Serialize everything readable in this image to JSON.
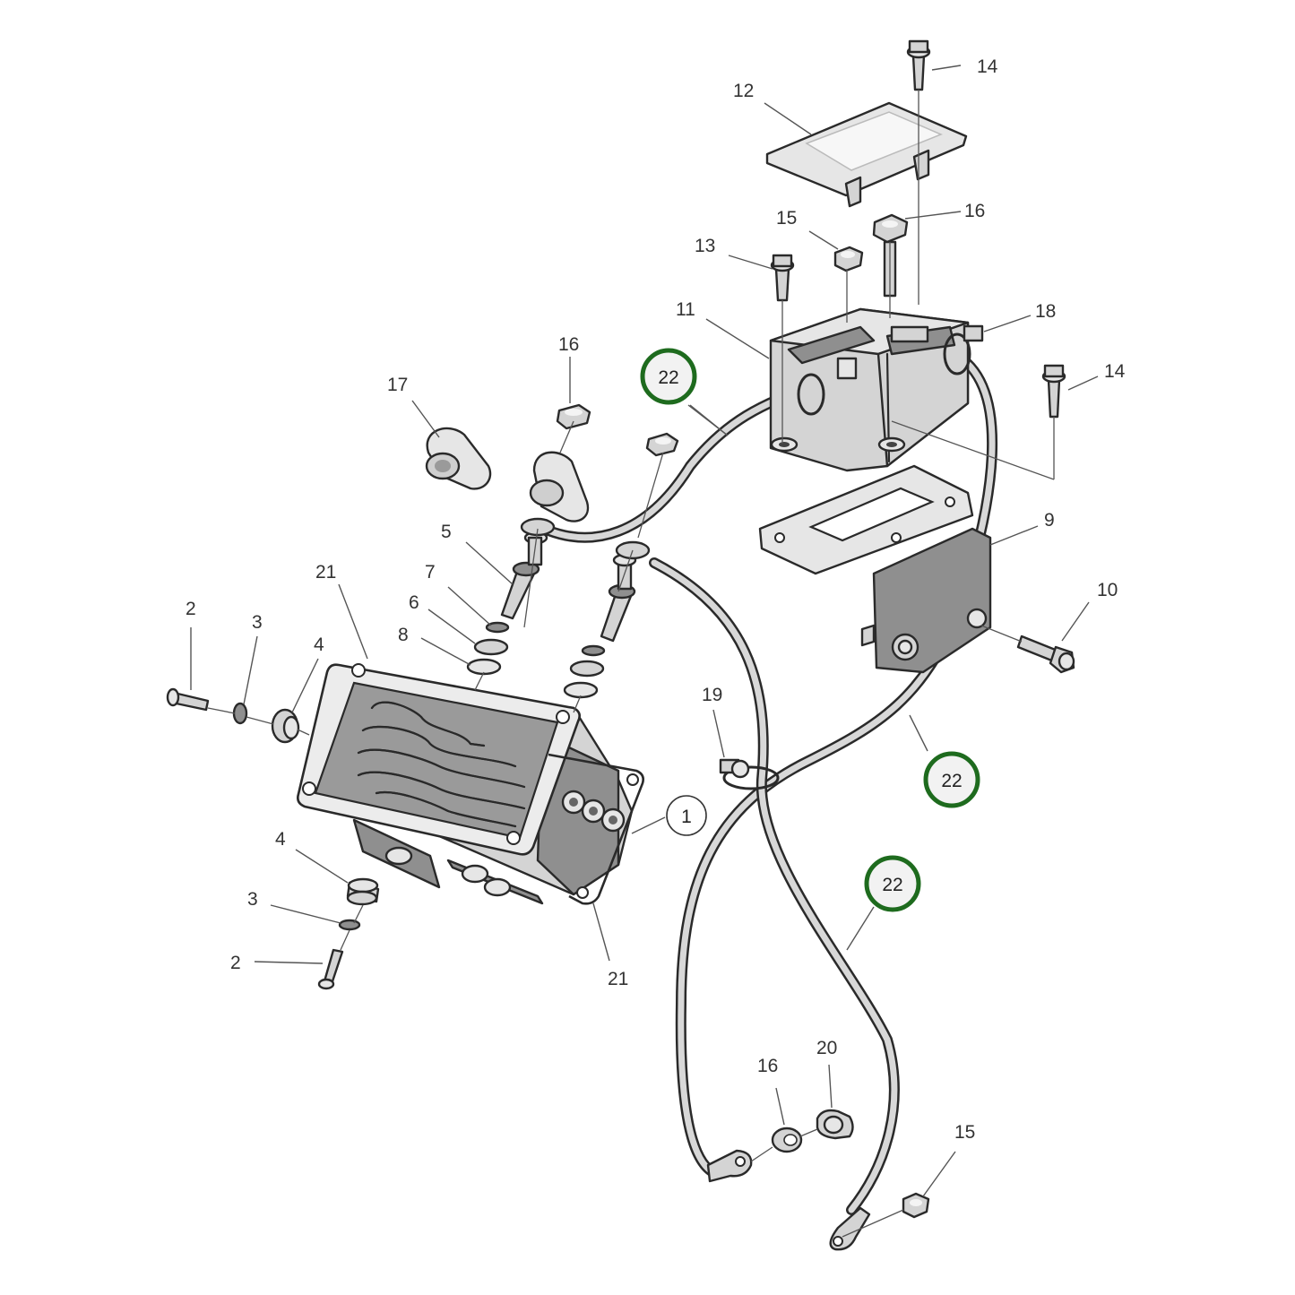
{
  "callouts": {
    "c1": "1",
    "c2a": "2",
    "c2b": "2",
    "c3a": "3",
    "c3b": "3",
    "c4a": "4",
    "c4b": "4",
    "c5": "5",
    "c6": "6",
    "c7": "7",
    "c8": "8",
    "c9": "9",
    "c10": "10",
    "c11": "11",
    "c12": "12",
    "c13": "13",
    "c14a": "14",
    "c14b": "14",
    "c15a": "15",
    "c15b": "15",
    "c16a": "16",
    "c16b": "16",
    "c16c": "16",
    "c17": "17",
    "c18": "18",
    "c19": "19",
    "c20": "20",
    "c21a": "21",
    "c21b": "21",
    "c22a": "22",
    "c22b": "22",
    "c22c": "22"
  },
  "colors": {
    "highlight_ring": "#1e6b1e",
    "highlight_fill": "#f2f2f2",
    "part_fill": "#d4d4d4",
    "line": "#2a2a2a"
  }
}
